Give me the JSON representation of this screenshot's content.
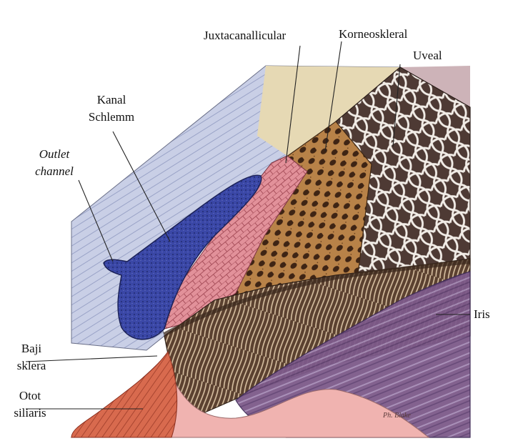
{
  "labels": {
    "juxtacanalicular": "Juxtacanallicular",
    "korneoskleral": "Korneoskleral",
    "uveal": "Uveal",
    "kanal_line1": "Kanal",
    "kanal_line2": "Schlemm",
    "outlet_line1": "Outlet",
    "outlet_line2": "channel",
    "iris": "Iris",
    "baji_line1": "Baji",
    "baji_line2": "sklera",
    "otot_line1": "Otot",
    "otot_line2": "siliaris",
    "signature": "Ph. Blake"
  },
  "colors": {
    "sclera": "#c9cfe6",
    "cornea_tan": "#e6d9b4",
    "top_mauve": "#cdb3b8",
    "canal_blue": "#3a47a6",
    "juxta_pink": "#e2919a",
    "korneo_brown": "#b48048",
    "uveal_dark": "#6b4a3e",
    "iris_purple": "#7d5a8a",
    "ciliary_red": "#d86a4e",
    "ciliary_pink": "#f0b3b0"
  }
}
